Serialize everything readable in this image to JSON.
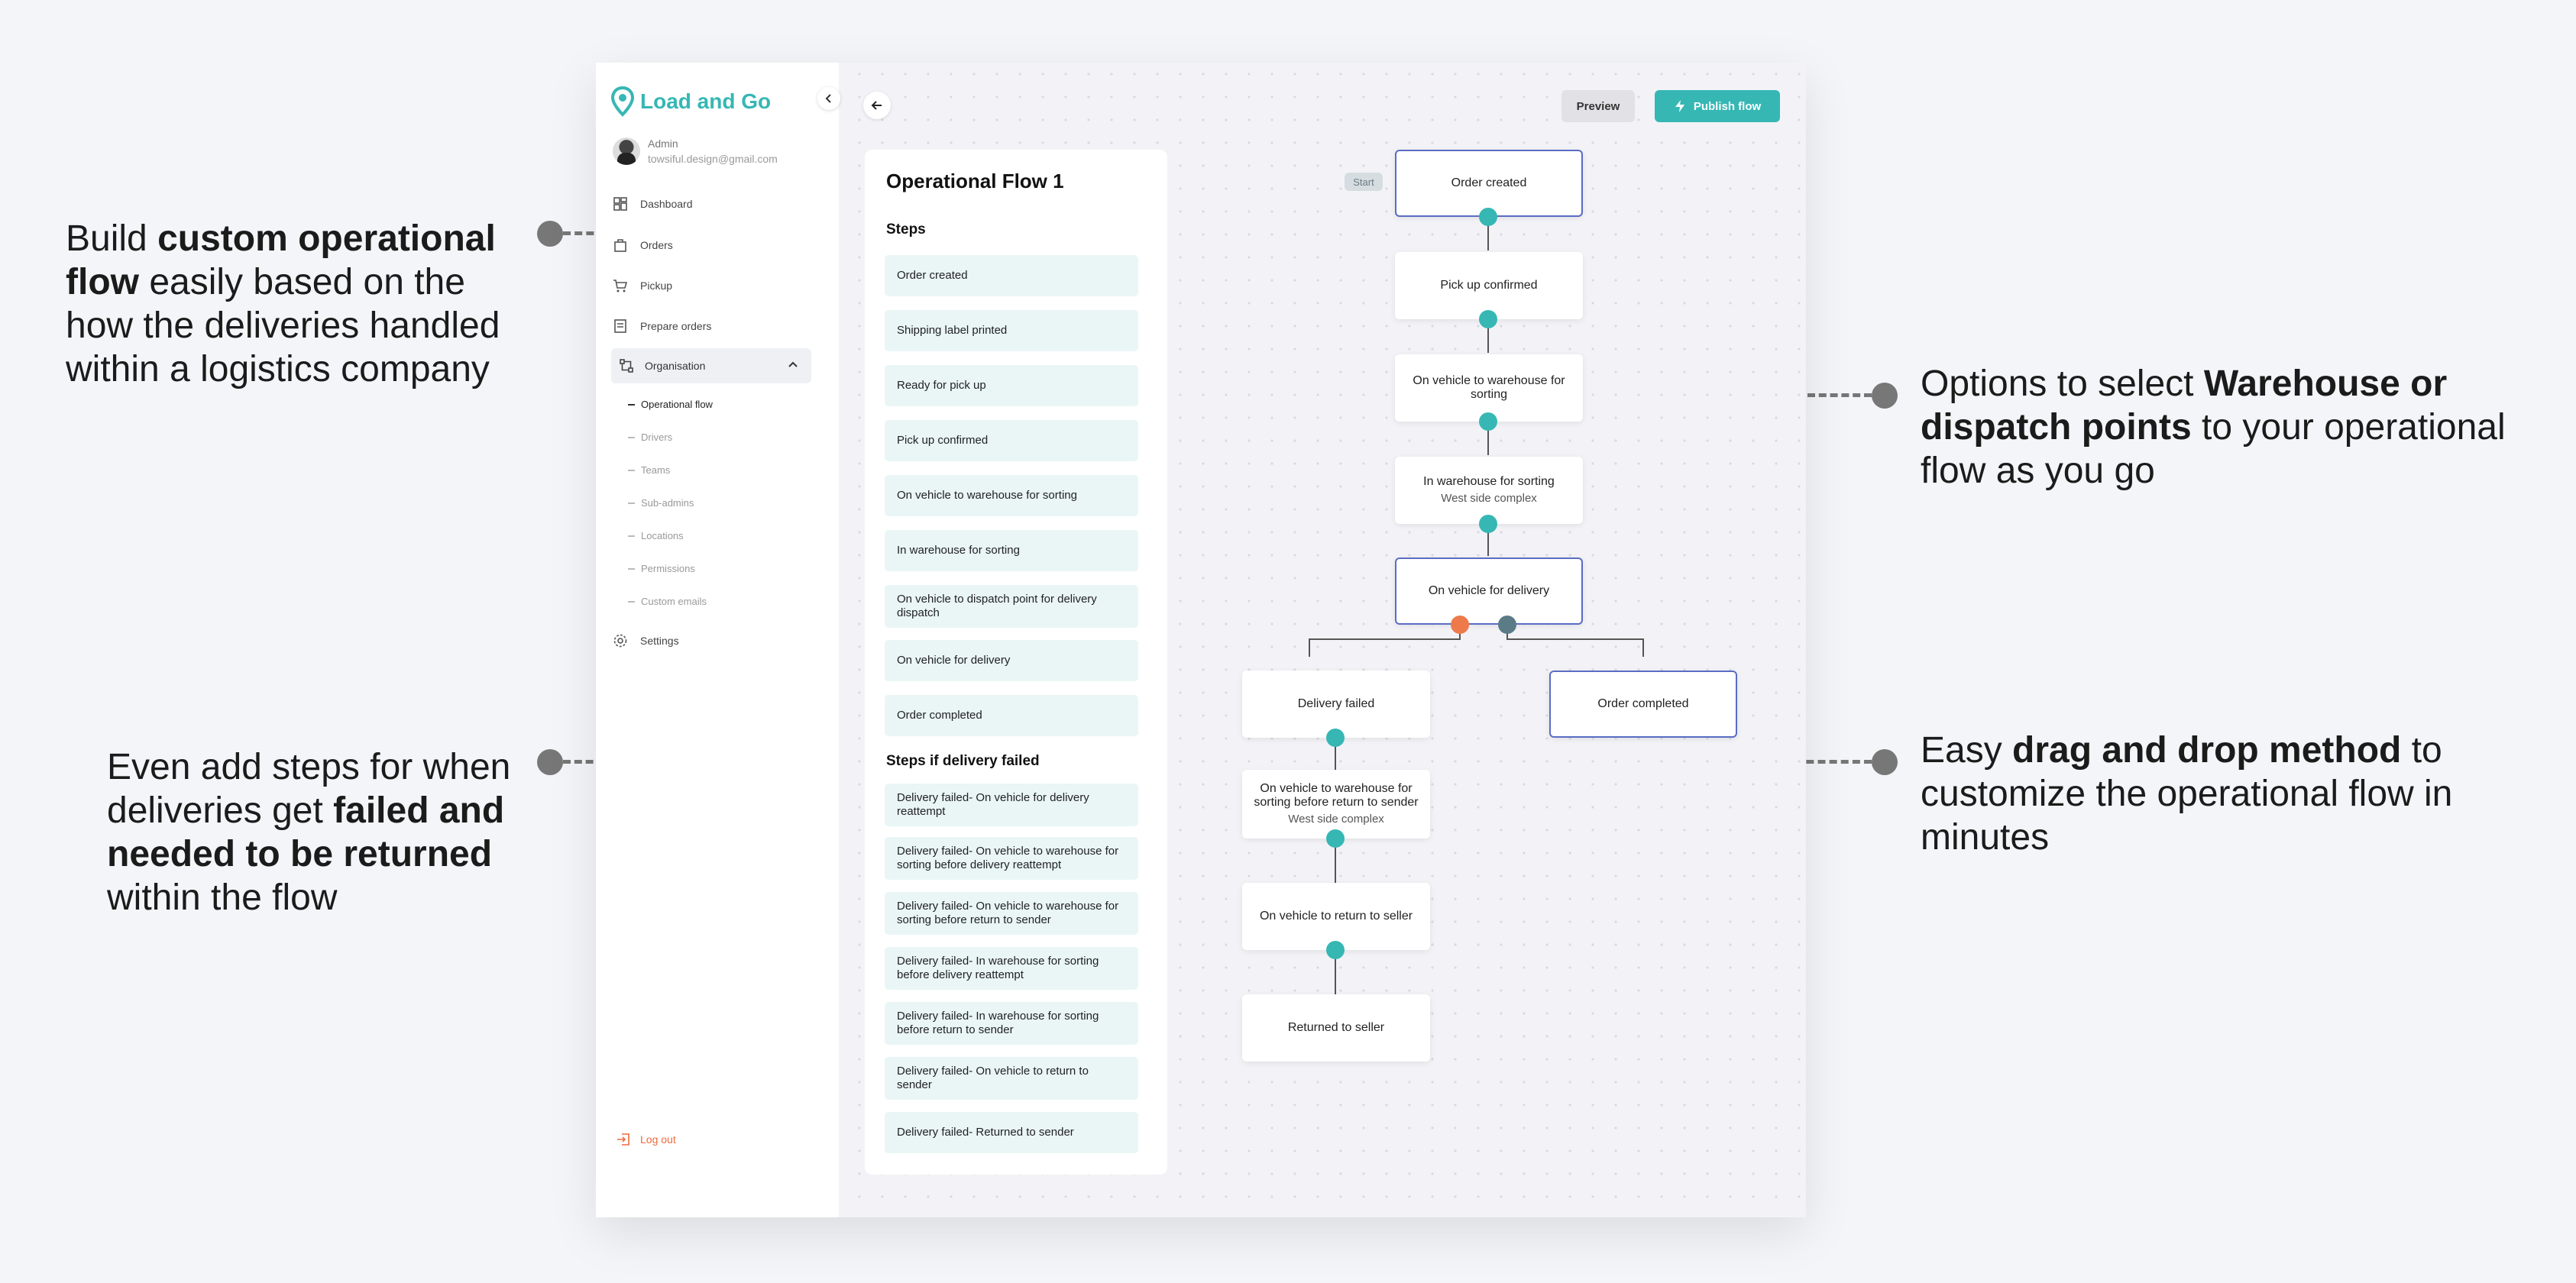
{
  "annotations": {
    "a1": {
      "pre": "Build ",
      "bold1": "custom operational flow",
      "mid": " easily based on the how the deliveries handled within a logistics company"
    },
    "a2": {
      "pre": "Even add steps for when deliveries get ",
      "bold1": "failed and needed to be returned",
      "mid": " within the flow"
    },
    "a3": {
      "pre": "Options to select ",
      "bold1": "Warehouse or dispatch points",
      "mid": " to your operational flow as you go"
    },
    "a4": {
      "pre": "Easy ",
      "bold1": "drag and drop method",
      "mid": " to customize the operational flow in minutes"
    }
  },
  "sidebar": {
    "brand": "Load and Go",
    "user": {
      "role": "Admin",
      "email": "towsiful.design@gmail.com"
    },
    "items": {
      "dashboard": "Dashboard",
      "orders": "Orders",
      "pickup": "Pickup",
      "prepare": "Prepare orders",
      "organisation": "Organisation",
      "settings": "Settings"
    },
    "subitems": [
      "Operational flow",
      "Drivers",
      "Teams",
      "Sub-admins",
      "Locations",
      "Permissions",
      "Custom emails"
    ],
    "logout": "Log out"
  },
  "toolbar": {
    "preview": "Preview",
    "publish": "Publish flow"
  },
  "panel": {
    "title": "Operational Flow 1",
    "steps_heading": "Steps",
    "steps": [
      "Order created",
      "Shipping label printed",
      "Ready for pick up",
      "Pick up confirmed",
      "On vehicle to warehouse for sorting",
      "In warehouse for sorting",
      "On vehicle to dispatch point for delivery dispatch",
      "On vehicle for delivery",
      "Order completed"
    ],
    "failed_heading": "Steps if delivery failed",
    "failed_steps": [
      "Delivery failed- On vehicle for delivery reattempt",
      "Delivery failed- On vehicle to warehouse for sorting before delivery reattempt",
      "Delivery failed- On vehicle to warehouse for sorting before return to sender",
      "Delivery failed- In warehouse for sorting before delivery reattempt",
      "Delivery failed- In warehouse for sorting before return to sender",
      "Delivery failed- On vehicle to return to sender",
      "Delivery failed- Returned to sender"
    ]
  },
  "flow": {
    "start": "Start",
    "nodes": {
      "n1": {
        "label": "Order created"
      },
      "n2": {
        "label": "Pick up confirmed"
      },
      "n3": {
        "label": "On vehicle to warehouse for sorting"
      },
      "n4": {
        "label": "In warehouse for sorting",
        "sub": "West side complex"
      },
      "n5": {
        "label": "On vehicle for delivery"
      },
      "n6": {
        "label": "Delivery failed"
      },
      "n7": {
        "label": "Order completed"
      },
      "n8": {
        "label": "On vehicle to warehouse for sorting before return to sender",
        "sub": "West side complex"
      },
      "n9": {
        "label": "On vehicle to return to seller"
      },
      "n10": {
        "label": "Returned to seller"
      }
    }
  }
}
